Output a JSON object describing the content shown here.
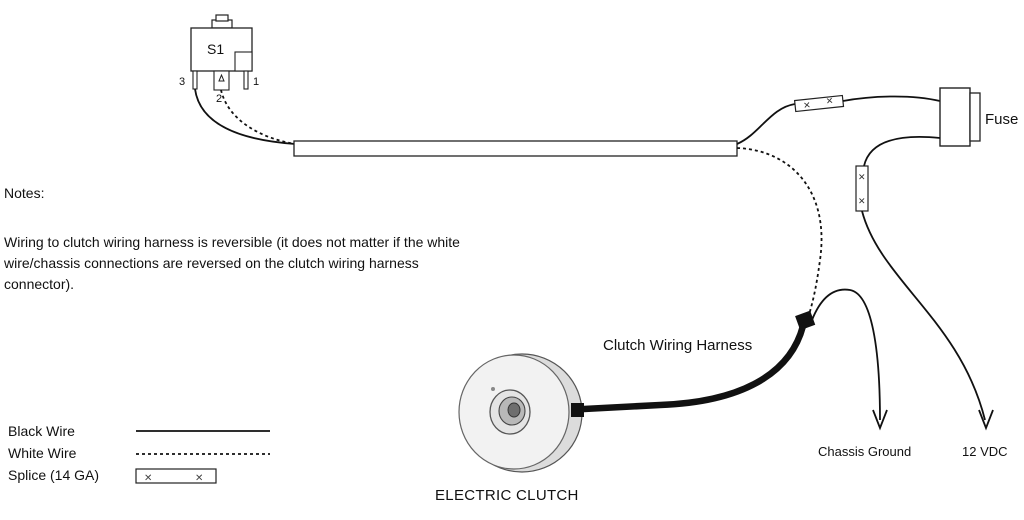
{
  "switch": {
    "label": "S1",
    "pins": [
      "3",
      "2",
      "1"
    ]
  },
  "fuse": {
    "label": "Fuse"
  },
  "notes": {
    "title": "Notes:",
    "body": "Wiring to clutch wiring harness is reversible (it does not matter if the white wire/chassis connections are reversed on the clutch wiring harness connector)."
  },
  "legend": {
    "items": [
      {
        "label": "Black Wire",
        "symbol": "solid-line"
      },
      {
        "label": "White Wire",
        "symbol": "dashed-line"
      },
      {
        "label": "Splice (14 GA)",
        "symbol": "splice"
      }
    ]
  },
  "harness": {
    "label": "Clutch Wiring Harness"
  },
  "terminals": {
    "ground": "Chassis Ground",
    "vdc": "12 VDC"
  },
  "clutch": {
    "label": "ELECTRIC CLUTCH"
  },
  "colors": {
    "wire": "#111111",
    "outline": "#333333",
    "background": "#ffffff",
    "clutch_body": "#f2f2f2"
  }
}
